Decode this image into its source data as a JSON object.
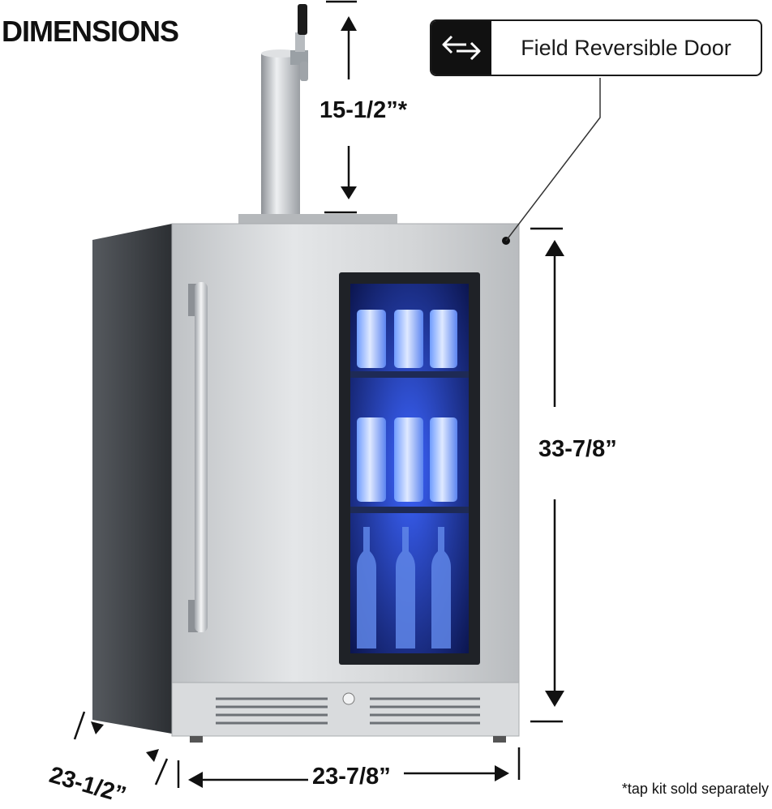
{
  "title": "DIMENSIONS",
  "callout": {
    "label": "Field Reversible Door",
    "icon": "swap-arrows-icon"
  },
  "dimensions": {
    "tap_height": "15-1/2”*",
    "height": "33-7/8”",
    "width": "23-7/8”",
    "depth": "23-1/2”"
  },
  "footnote": "*tap kit sold separately",
  "colors": {
    "steel": "#cfd1d3",
    "dark_side": "#3c3f43",
    "glass_light": "#2b4fd6",
    "ink": "#111111"
  }
}
